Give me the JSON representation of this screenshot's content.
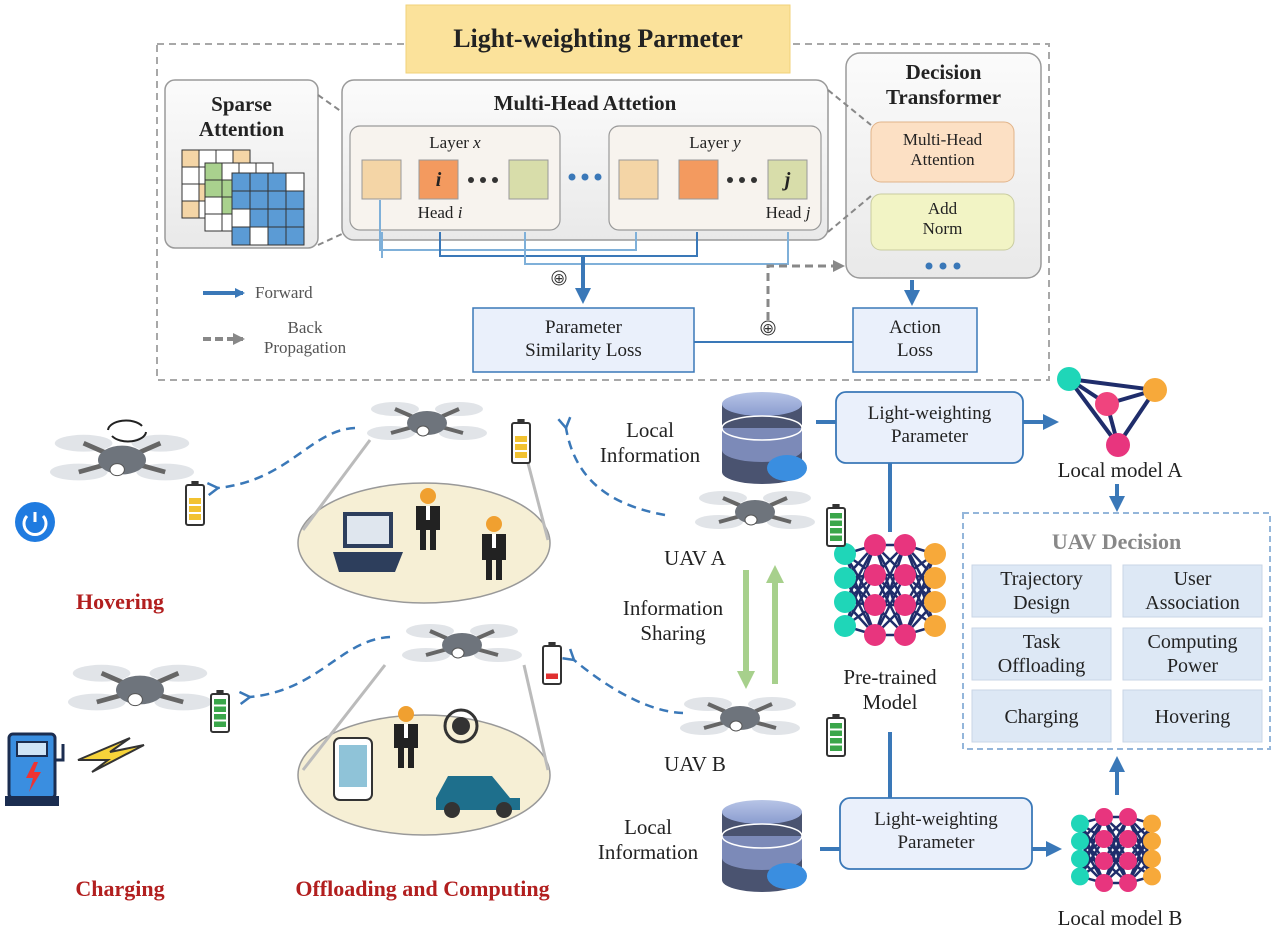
{
  "top": {
    "title": "Light-weighting Parmeter",
    "sparse_attention": [
      "Sparse",
      "Attention"
    ],
    "mha_title": "Multi-Head Attetion",
    "layer_x": "Layer",
    "layer_x_var": "x",
    "layer_y": "Layer",
    "layer_y_var": "y",
    "head_i_label": "Head",
    "head_i_var": "i",
    "head_j_label": "Head",
    "head_j_var": "j",
    "cell_i": "i",
    "cell_j": "j",
    "decision_transformer": [
      "Decision",
      "Transformer"
    ],
    "dt_mha": [
      "Multi-Head",
      "Attention"
    ],
    "dt_add_norm": [
      "Add",
      "Norm"
    ],
    "legend_forward": "Forward",
    "legend_back": [
      "Back",
      "Propagation"
    ],
    "param_loss": [
      "Parameter",
      "Similarity Loss"
    ],
    "action_loss": [
      "Action",
      "Loss"
    ],
    "plus": "⊕"
  },
  "bottom": {
    "local_info_a": [
      "Local",
      "Information"
    ],
    "local_info_b": [
      "Local",
      "Information"
    ],
    "lw_param_a": [
      "Light-weighting",
      "Parameter"
    ],
    "lw_param_b": [
      "Light-weighting",
      "Parameter"
    ],
    "local_model_a": "Local model A",
    "local_model_b": "Local model B",
    "pretrained": [
      "Pre-trained",
      "Model"
    ],
    "uav_a": "UAV A",
    "uav_b": "UAV B",
    "info_sharing": [
      "Information",
      "Sharing"
    ],
    "hovering": "Hovering",
    "charging": "Charging",
    "offloading": "Offloading and Computing",
    "uav_decision": {
      "title": "UAV Decision",
      "items": [
        [
          "Trajectory",
          "Design"
        ],
        [
          "User",
          "Association"
        ],
        [
          "Task",
          "Offloading"
        ],
        [
          "Computing",
          "Power"
        ],
        [
          "Charging"
        ],
        [
          "Hovering"
        ]
      ]
    }
  },
  "colors": {
    "forward_arrow": "#3a78b8",
    "back_arrow": "#888888",
    "share_arrow": "#a7d08c",
    "title_bg": "#fbe29b",
    "accent_red": "#b21f1f"
  }
}
